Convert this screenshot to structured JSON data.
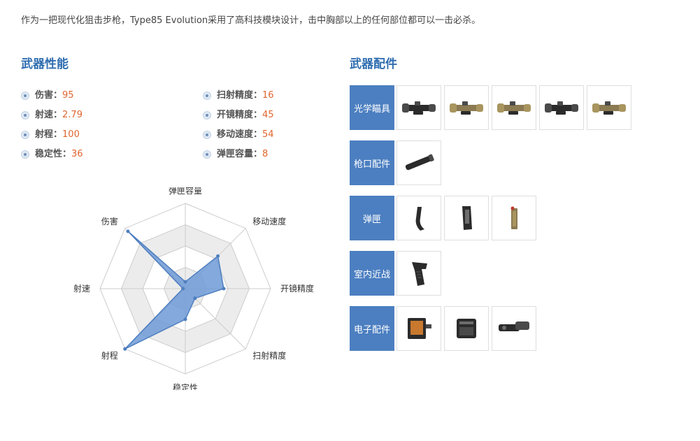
{
  "intro": "作为一把现代化狙击步枪，Type85 Evolution采用了高科技模块设计，击中胸部以上的任何部位都可以一击必杀。",
  "performance": {
    "title": "武器性能",
    "separator": "：",
    "stats_left": [
      {
        "key": "伤害",
        "value": "95"
      },
      {
        "key": "射速",
        "value": "2.79"
      },
      {
        "key": "射程",
        "value": "100"
      },
      {
        "key": "稳定性",
        "value": "36"
      }
    ],
    "stats_right": [
      {
        "key": "扫射精度",
        "value": "16"
      },
      {
        "key": "开镜精度",
        "value": "45"
      },
      {
        "key": "移动速度",
        "value": "54"
      },
      {
        "key": "弹匣容量",
        "value": "8"
      }
    ]
  },
  "chart_data": {
    "type": "radar",
    "axes": [
      "弹匣容量",
      "移动速度",
      "开镜精度",
      "扫射精度",
      "稳定性",
      "射程",
      "射速",
      "伤害"
    ],
    "values": [
      8,
      54,
      45,
      16,
      36,
      100,
      2.79,
      95
    ],
    "range": [
      0,
      100
    ],
    "rings": 4,
    "colors": {
      "fill": "#6f9ad6",
      "stroke": "#4f7fc0",
      "band": "#ececec",
      "grid": "#cccccc"
    }
  },
  "attachments": {
    "title": "武器配件",
    "categories": [
      {
        "label": "光学瞄具",
        "items": [
          "scope-1",
          "scope-2",
          "scope-3",
          "scope-4",
          "scope-5"
        ]
      },
      {
        "label": "枪口配件",
        "items": [
          "muzzle-1"
        ]
      },
      {
        "label": "弹匣",
        "items": [
          "magazine-1",
          "magazine-2",
          "magazine-3"
        ]
      },
      {
        "label": "室内近战",
        "items": [
          "grip-1"
        ]
      },
      {
        "label": "电子配件",
        "items": [
          "device-1",
          "device-2",
          "device-3"
        ]
      }
    ],
    "colors": {
      "category_bg": "#4c7fc1"
    }
  }
}
